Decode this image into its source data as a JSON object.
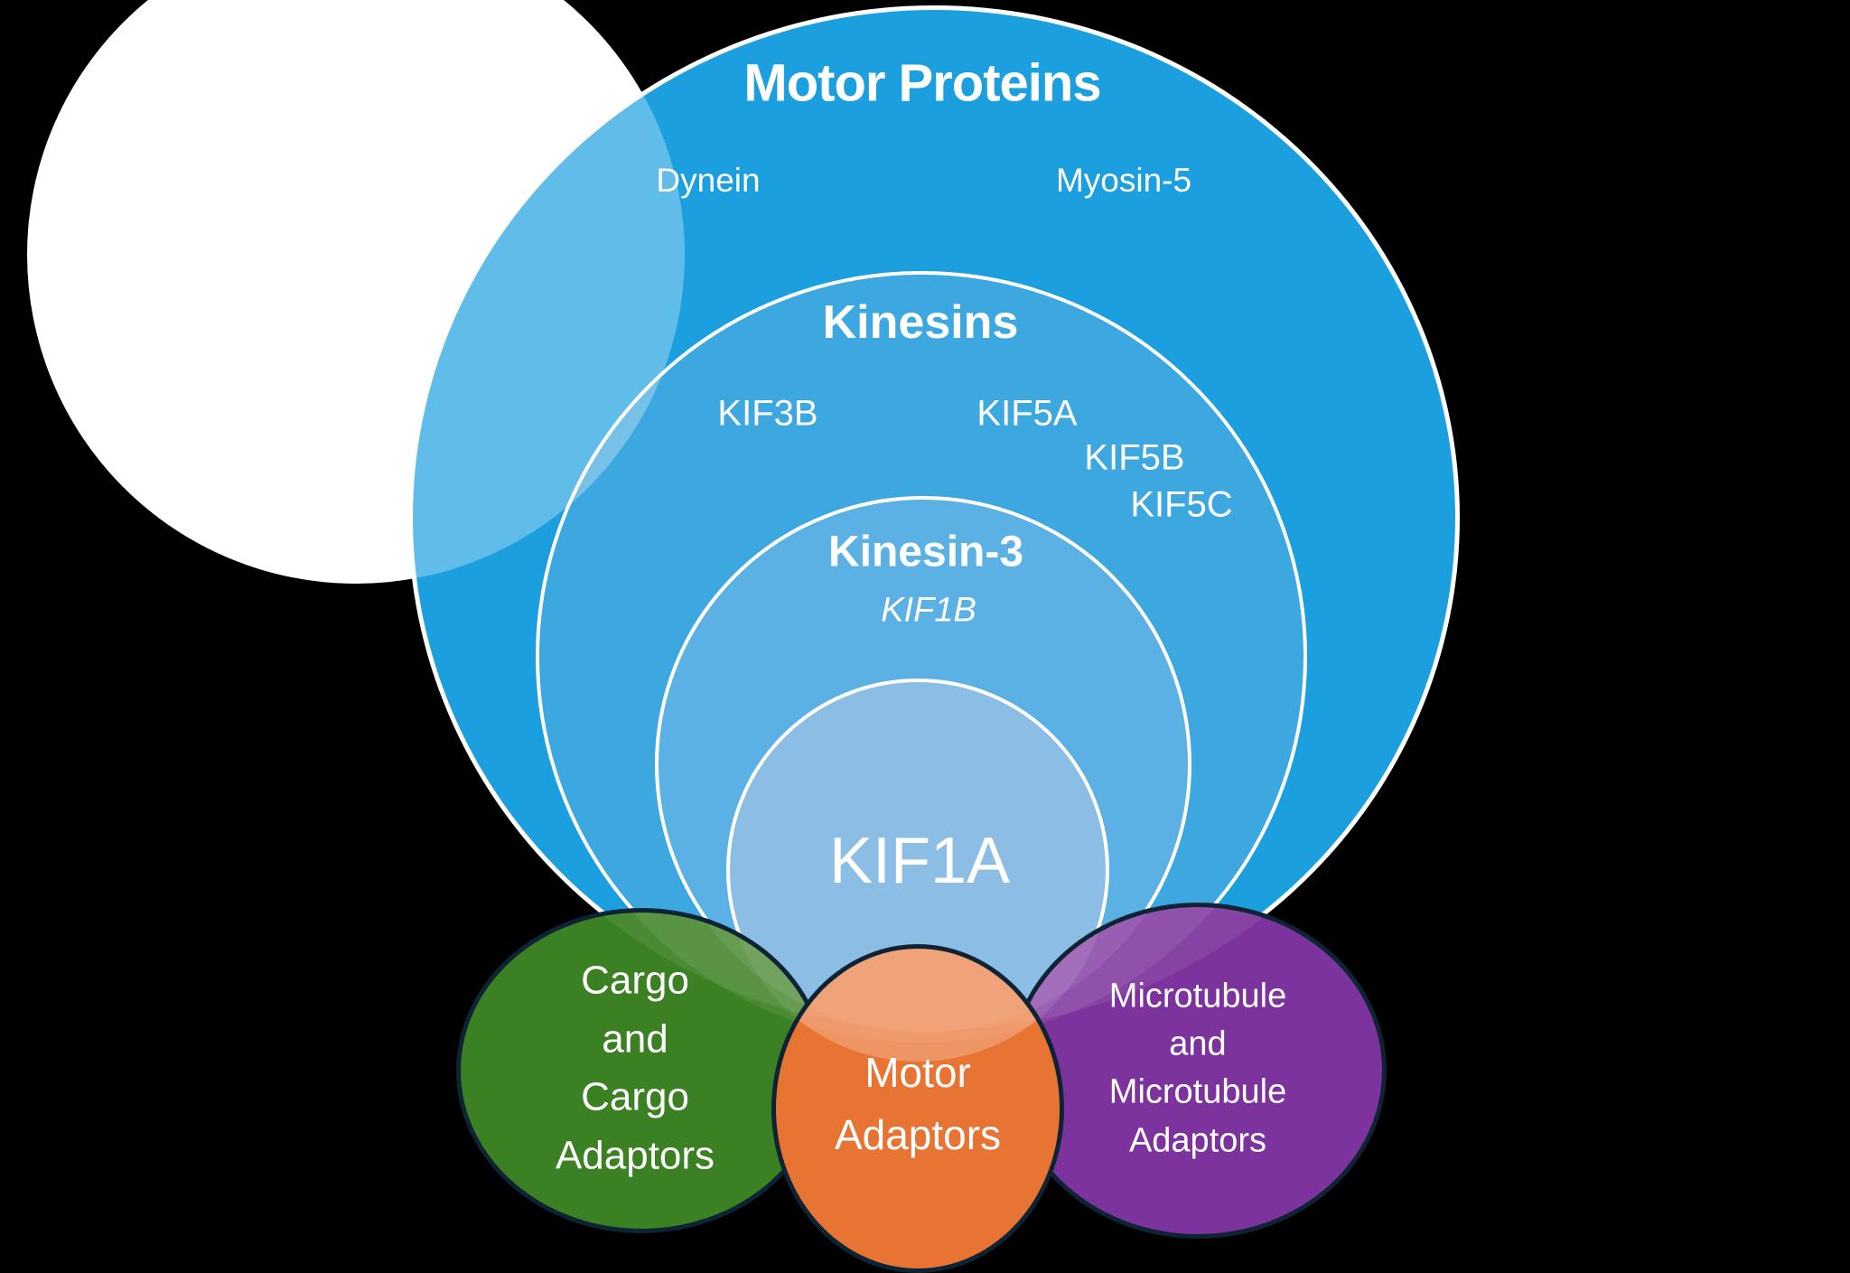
{
  "colors": {
    "background": "#000000",
    "text": "#FFFFFF",
    "white_circle_fill": "#FFFFFF",
    "motor_proteins_fill": "#1C9FDE",
    "kinesins_fill": "#3DA7E0",
    "kinesin3_fill": "#5BB1E3",
    "kif1a_fill": "#8CBEE5",
    "cargo_fill": "#3C8024",
    "motor_adaptors_fill": "#E87433",
    "microtubule_fill": "#7D339D",
    "dark_ring": "#0E2334"
  },
  "sets": {
    "motor_proteins": {
      "title": "Motor Proteins",
      "members": {
        "dynein": "Dynein",
        "myosin5": "Myosin-5"
      }
    },
    "kinesins": {
      "title": "Kinesins",
      "members": {
        "kif3b": "KIF3B",
        "kif5a": "KIF5A",
        "kif5b": "KIF5B",
        "kif5c": "KIF5C"
      }
    },
    "kinesin3": {
      "title": "Kinesin-3",
      "members": {
        "kif1b": "KIF1B"
      }
    },
    "kif1a": {
      "title": "KIF1A"
    },
    "cargo": {
      "title": "Cargo and Cargo Adaptors",
      "lines": [
        "Cargo",
        "and",
        "Cargo",
        "Adaptors"
      ]
    },
    "motor_adaptors": {
      "title": "Motor Adaptors",
      "lines": [
        "Motor",
        "Adaptors"
      ]
    },
    "microtubule": {
      "title": "Microtubule and Microtubule Adaptors",
      "lines": [
        "Microtubule",
        "and",
        "Microtubule",
        "Adaptors"
      ]
    }
  }
}
